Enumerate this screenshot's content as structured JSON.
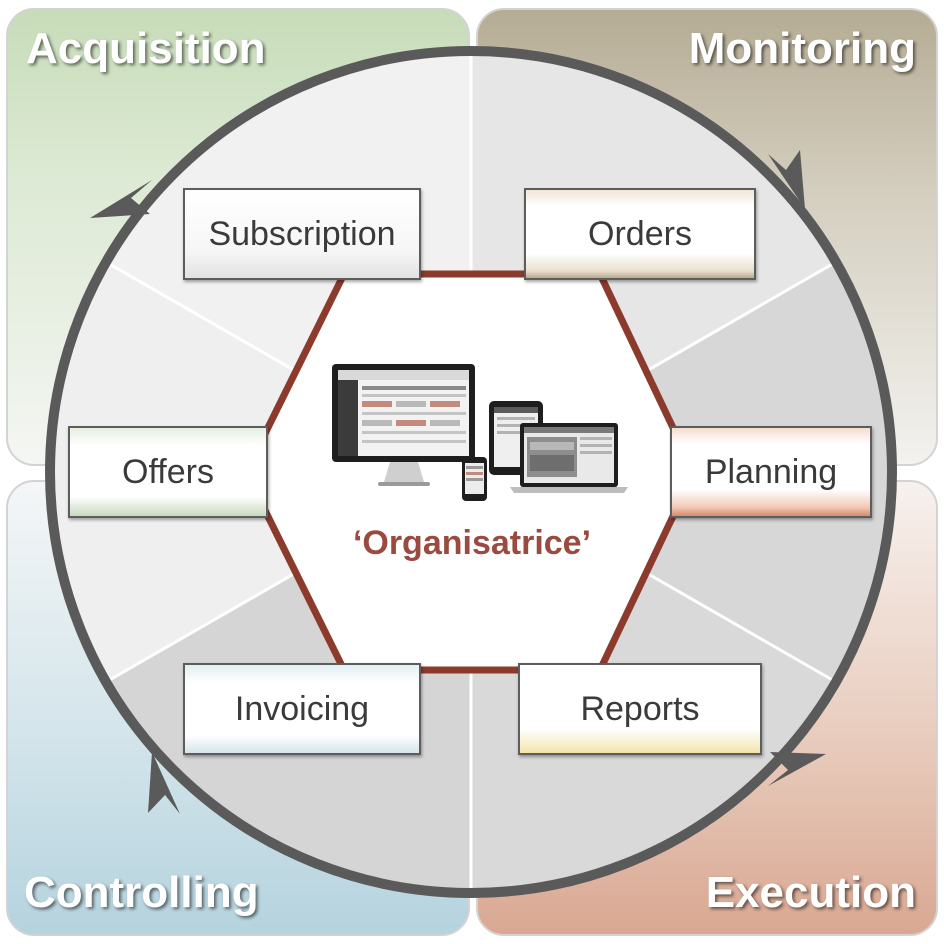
{
  "quadrants": {
    "acquisition": "Acquisition",
    "monitoring": "Monitoring",
    "controlling": "Controlling",
    "execution": "Execution"
  },
  "modules": {
    "subscription": "Subscription",
    "orders": "Orders",
    "offers": "Offers",
    "planning": "Planning",
    "invoicing": "Invoicing",
    "reports": "Reports"
  },
  "center": {
    "product_name": "‘Organisatrice’",
    "image": "devices-illustration"
  },
  "colors": {
    "acquisition": "#c7dcb9",
    "monitoring": "#b5ac94",
    "controlling": "#b5d3de",
    "execution": "#d9a892",
    "hexagon_border": "#8b3a2c",
    "product_name": "#9a4a3e",
    "ring": "#5a5a5a"
  }
}
